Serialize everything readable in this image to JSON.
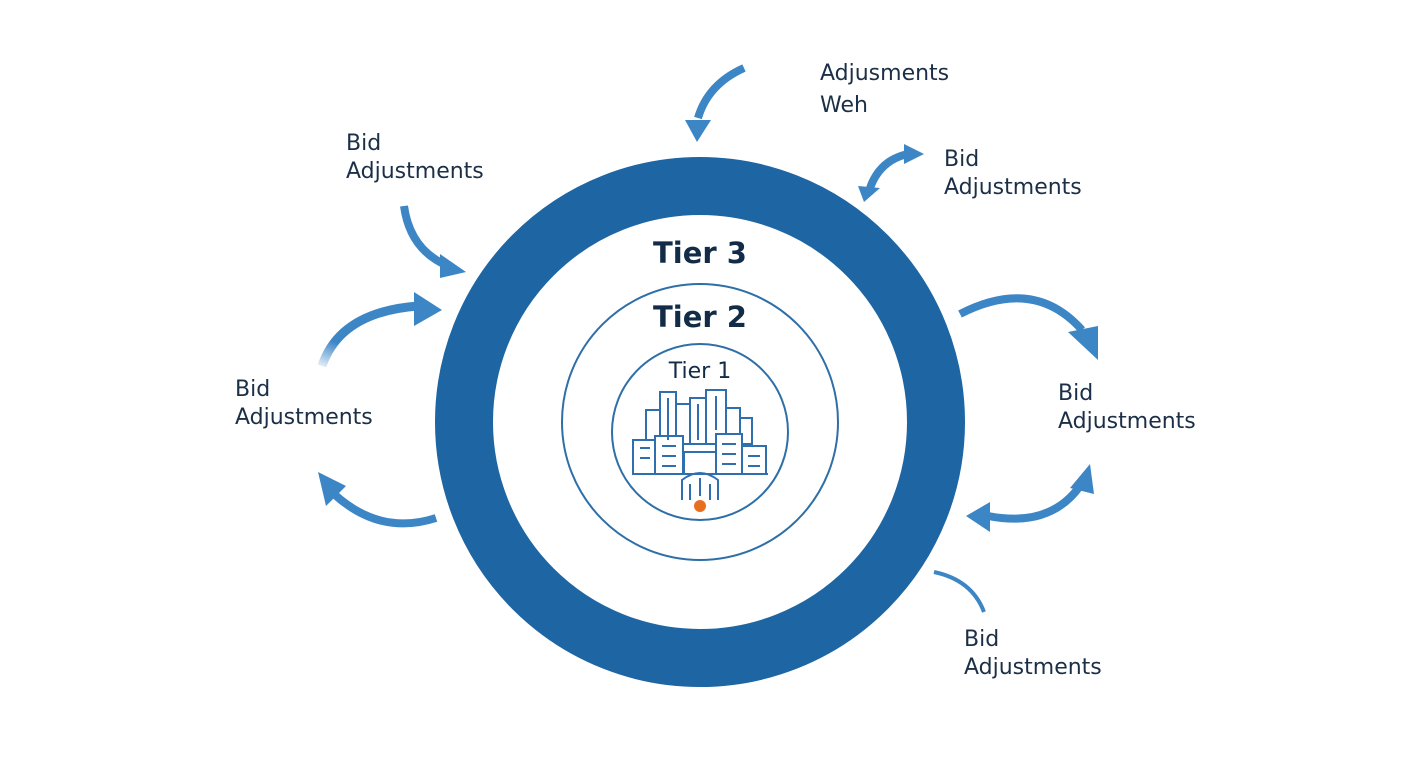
{
  "colors": {
    "outer_ring": "#1d65a3",
    "inner_ring_stroke": "#2e6fa8",
    "arrow": "#3d86c6",
    "text": "#122c48",
    "city": "#2f6fb0",
    "dot": "#e96f20"
  },
  "tiers": {
    "tier3": "Tier 3",
    "tier2": "Tier 2",
    "tier1": "Tier 1"
  },
  "center_icon": "city-skyline-icon",
  "callouts": [
    {
      "line1": "Adjusments",
      "line2": "Weh"
    },
    {
      "line1": "Bid",
      "line2": "Adjustments"
    },
    {
      "line1": "Bid",
      "line2": "Adjustments"
    },
    {
      "line1": "Bid",
      "line2": "Adjustments"
    },
    {
      "line1": "Bid",
      "line2": "Adjustments"
    },
    {
      "line1": "Bid",
      "line2": "Adjustments"
    }
  ]
}
